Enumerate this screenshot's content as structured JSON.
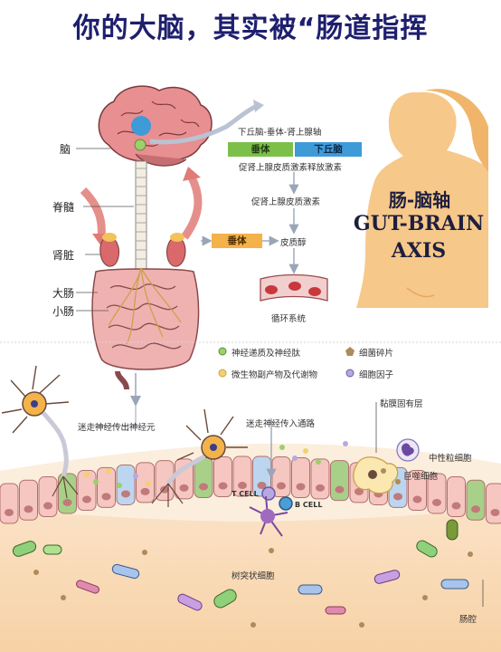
{
  "title": "你的大脑，其实被“肠道指挥",
  "organs": {
    "brain": "脑",
    "spine": "脊髓",
    "kidney": "肾脏",
    "large_intestine": "大肠",
    "small_intestine": "小肠"
  },
  "hpa": {
    "heading": "下丘脑-垂体-肾上腺轴",
    "pituitary_box": "垂体",
    "hypothalamus_box": "下丘脑",
    "crh": "促肾上腺皮质激素释放激素",
    "acth": "促肾上腺皮质激素",
    "pituitary_box2": "垂体",
    "cortisol": "皮质醇",
    "circulation": "循环系统"
  },
  "axis": {
    "cn": "肠-脑轴",
    "en_line1": "GUT-BRAIN",
    "en_line2": "AXIS"
  },
  "legend": {
    "neuro": "神经递质及神经肽",
    "debris": "细菌碎片",
    "metabolites": "微生物副产物及代谢物",
    "cytokines": "细胞因子"
  },
  "gut": {
    "vagus_out": "迷走神经传出神经元",
    "vagus_in": "迷走神经传入通路",
    "lamina": "黏膜固有层",
    "neutrophil": "中性粒细胞",
    "macrophage": "巨噬细胞",
    "tcell": "T CELL",
    "bcell": "B CELL",
    "dendritic": "树突状细胞",
    "lumen": "肠腔"
  },
  "colors": {
    "title": "#1e1f6e",
    "pituitary_box": "#7cc04a",
    "hypothalamus_box": "#3f9ad8",
    "pituitary_box2": "#f3b24a",
    "silhouette": "#f6c88a",
    "brain": "#e88f91"
  }
}
